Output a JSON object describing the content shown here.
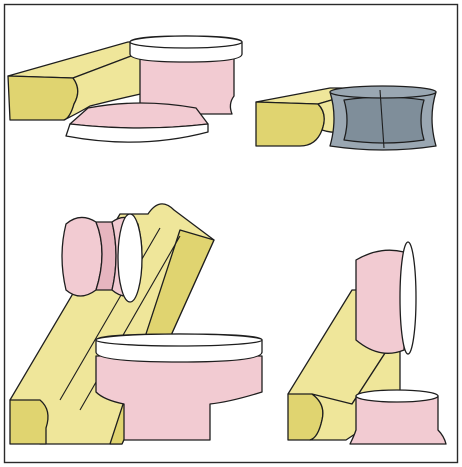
{
  "figure": {
    "colors": {
      "frame": "#2a2a2a",
      "background": "#ffffff",
      "workpiece": "#efe69a",
      "workpiece_shade": "#e0d470",
      "wheel": "#f2cbd2",
      "wheel_shade": "#e6b5bf",
      "wheel_face": "#ffffff",
      "cutter": "#9aa7b2",
      "cutter_shade": "#7f8e9a",
      "outline": "#1e1e1e"
    },
    "panels": [
      {
        "id": "top-left",
        "workpiece": "straight-moulding-ogee-edge",
        "tools": [
          "flat-wheel-upper",
          "flat-wheel-lower"
        ]
      },
      {
        "id": "top-right",
        "workpiece": "straight-moulding-round-edge",
        "tools": [
          "profile-cutter"
        ]
      },
      {
        "id": "bottom-left",
        "workpiece": "diagonal-profiled-moulding",
        "tools": [
          "grooved-wheel",
          "large-flat-wheel"
        ]
      },
      {
        "id": "bottom-right",
        "workpiece": "diagonal-rebated-moulding",
        "tools": [
          "cup-wheel-upper",
          "cup-wheel-lower"
        ]
      }
    ]
  }
}
